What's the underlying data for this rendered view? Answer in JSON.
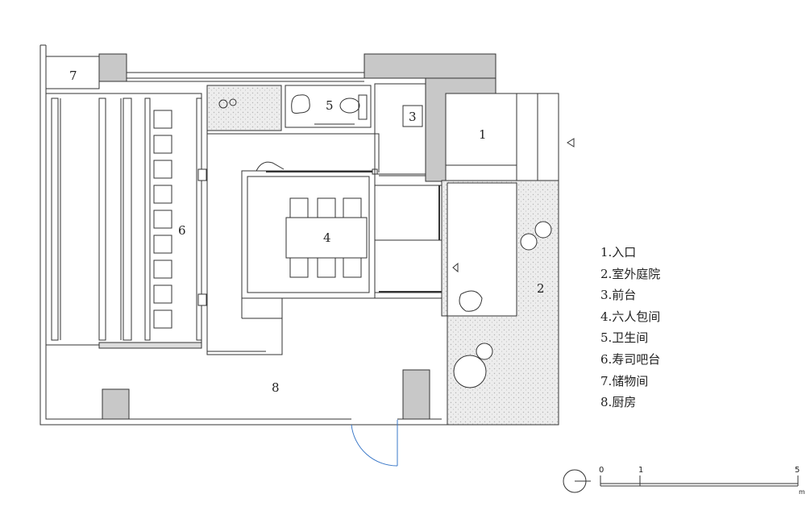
{
  "rooms": [
    {
      "num": "1"
    },
    {
      "num": "2"
    },
    {
      "num": "3"
    },
    {
      "num": "4"
    },
    {
      "num": "5"
    },
    {
      "num": "6"
    },
    {
      "num": "7"
    },
    {
      "num": "8"
    }
  ],
  "legend": [
    "1.入口",
    "2.室外庭院",
    "3.前台",
    "4.六人包间",
    "5.卫生间",
    "6.寿司吧台",
    "7.储物间",
    "8.厨房"
  ],
  "scale": {
    "ticks": [
      "0",
      "1",
      "5"
    ],
    "unit": "m"
  },
  "colors": {
    "wall_fill": "#c8c8c8",
    "line": "#333333",
    "gravel": "#e4e4e4",
    "door_arc": "#3a78c8"
  }
}
